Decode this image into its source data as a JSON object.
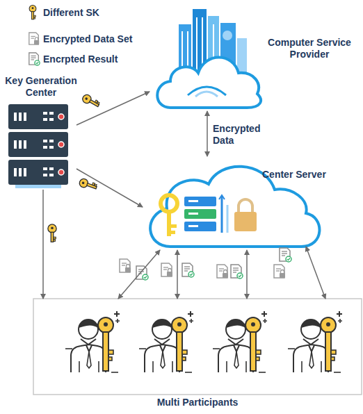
{
  "diagram": {
    "nodes": [
      {
        "text": [
          "Key Generation Center"
        ]
      },
      {
        "text": [
          "Computer Service Provider"
        ]
      },
      {
        "text": [
          "Center Server"
        ]
      },
      {
        "text": [
          "Multi Participants"
        ]
      }
    ],
    "edges": [
      {
        "from": 0,
        "to": 1,
        "arrow": "to"
      },
      {
        "from": 0,
        "to": 2,
        "arrow": "to"
      },
      {
        "from": 0,
        "to": 3,
        "arrow": "to"
      },
      {
        "from": 1,
        "to": 2,
        "label": "Encrypted Data",
        "arrow": "both"
      },
      {
        "from": 2,
        "to": 3,
        "arrow": "both"
      },
      {
        "from": 2,
        "to": 3,
        "arrow": "both"
      },
      {
        "from": 2,
        "to": 3,
        "arrow": "both"
      },
      {
        "from": 2,
        "to": 3,
        "arrow": "both"
      }
    ],
    "legend": [
      {
        "text": "Different SK"
      },
      {
        "text": "Encrypted Data Set"
      },
      {
        "text": "Encrpted Result"
      }
    ]
  }
}
